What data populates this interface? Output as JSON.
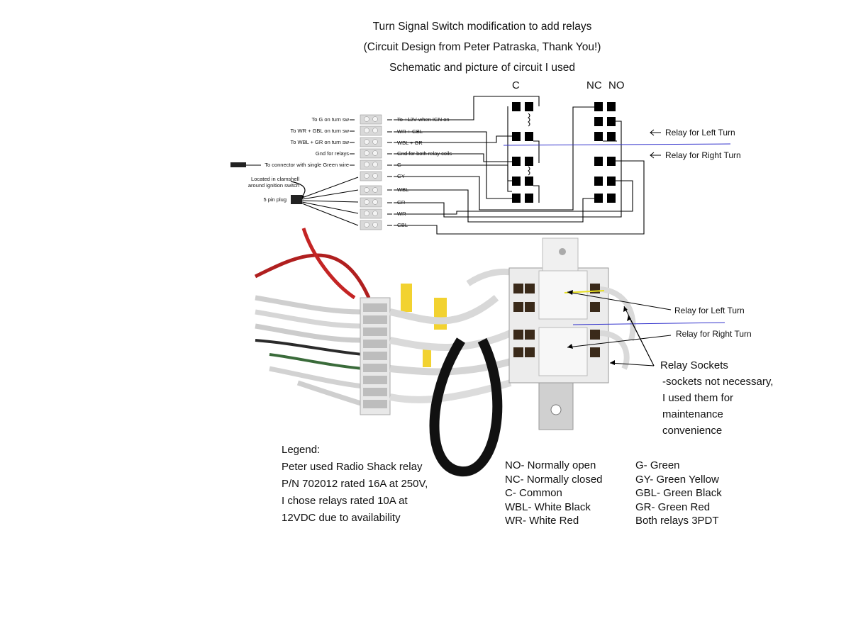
{
  "titles": [
    "Turn Signal Switch modification to add relays",
    "(Circuit Design from Peter Patraska, Thank You!)",
    "Schematic and picture of circuit I used"
  ],
  "relay_headers": {
    "c": "C",
    "nc": "NC",
    "no": "NO"
  },
  "schematic": {
    "left_labels": [
      "To G on turn sw",
      "To WR + GBL on turn sw",
      "To WBL + GR on turn sw",
      "Gnd for relays",
      "To connector with single Green wire"
    ],
    "right_labels": [
      "To +12V when IGN on",
      "WR + GBL",
      "WBL + GR",
      "Gnd for both relay coils",
      "G",
      "GY",
      "WBL",
      "GR",
      "WR",
      "GBL"
    ],
    "clamshell_note": [
      "Located in clamshell",
      "around ignition switch"
    ],
    "plug_label": "5 pin plug",
    "relay_left": "Relay for Left Turn",
    "relay_right": "Relay for Right Turn"
  },
  "photo": {
    "relay_left": "Relay for Left Turn",
    "relay_right": "Relay for Right Turn",
    "sockets": [
      "Relay Sockets",
      "-sockets not necessary,",
      "I used them for",
      "maintenance",
      "convenience"
    ]
  },
  "legend": {
    "lines": [
      "Legend:",
      "Peter used Radio Shack relay",
      "P/N 702012 rated 16A at 250V,",
      "I chose relays rated 10A at",
      "12VDC due to availability"
    ],
    "abbr_col1": [
      "NO- Normally open",
      "NC- Normally closed",
      "C- Common",
      "WBL- White Black",
      "WR- White Red"
    ],
    "abbr_col2": [
      "G- Green",
      "GY- Green Yellow",
      "GBL- Green Black",
      "GR- Green Red",
      "Both relays 3PDT"
    ]
  }
}
